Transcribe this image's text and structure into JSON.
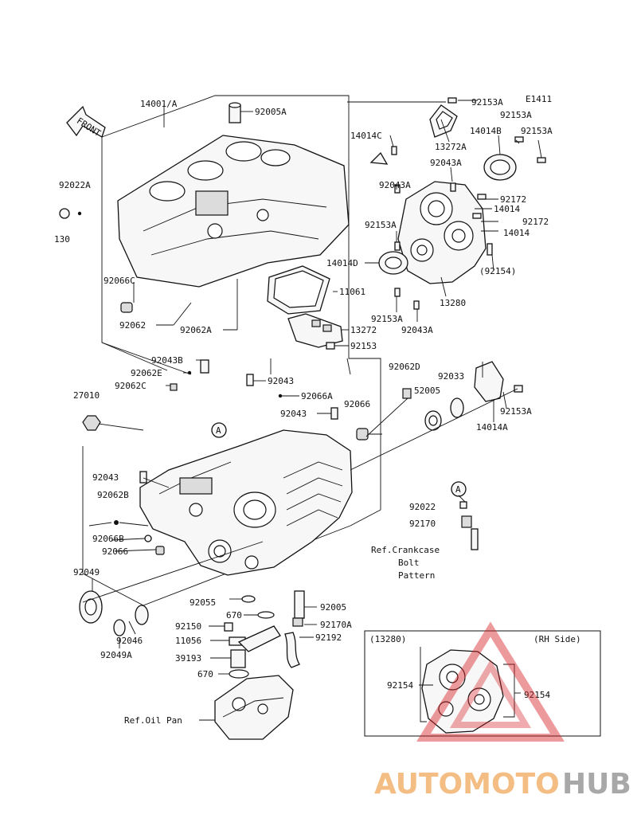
{
  "diagram": {
    "code": "E1411",
    "front_label": "FRONT",
    "callouts": [
      "14001/A",
      "92005A",
      "92022A",
      "130",
      "92066C",
      "92062",
      "92062A",
      "92153A",
      "14014C",
      "13272A",
      "14014B",
      "92153A",
      "92153A",
      "92043A",
      "92043A",
      "92172",
      "14014",
      "92172",
      "14014",
      "92153A",
      "14014D",
      "(92154)",
      "11061",
      "13280",
      "92153A",
      "92043A",
      "13272",
      "92153",
      "92043B",
      "92062E",
      "92062C",
      "92043",
      "92066A",
      "92043",
      "92066",
      "92062D",
      "92033",
      "52005",
      "92153A",
      "14014A",
      "27010",
      "92043",
      "92062B",
      "92066B",
      "92066",
      "92022",
      "92170",
      "92049",
      "92055",
      "92005",
      "670",
      "92150",
      "92170A",
      "11056",
      "92192",
      "39193",
      "670",
      "92046",
      "92049A"
    ],
    "circle_markers": [
      "A",
      "A"
    ],
    "references": {
      "crankcase_bolt": [
        "Ref.Crankcase",
        "Bolt",
        "Pattern"
      ],
      "oil_pan": "Ref.Oil Pan"
    },
    "inset": {
      "title": "(13280)",
      "side": "(RH Side)",
      "labels": [
        "92154",
        "92154"
      ]
    }
  },
  "watermark": {
    "text_orange": "AUTOMOTO",
    "text_grey": "HUB",
    "color_orange": "#f2b26e",
    "color_grey": "#9a9a9a",
    "color_red": "#d8262b"
  }
}
